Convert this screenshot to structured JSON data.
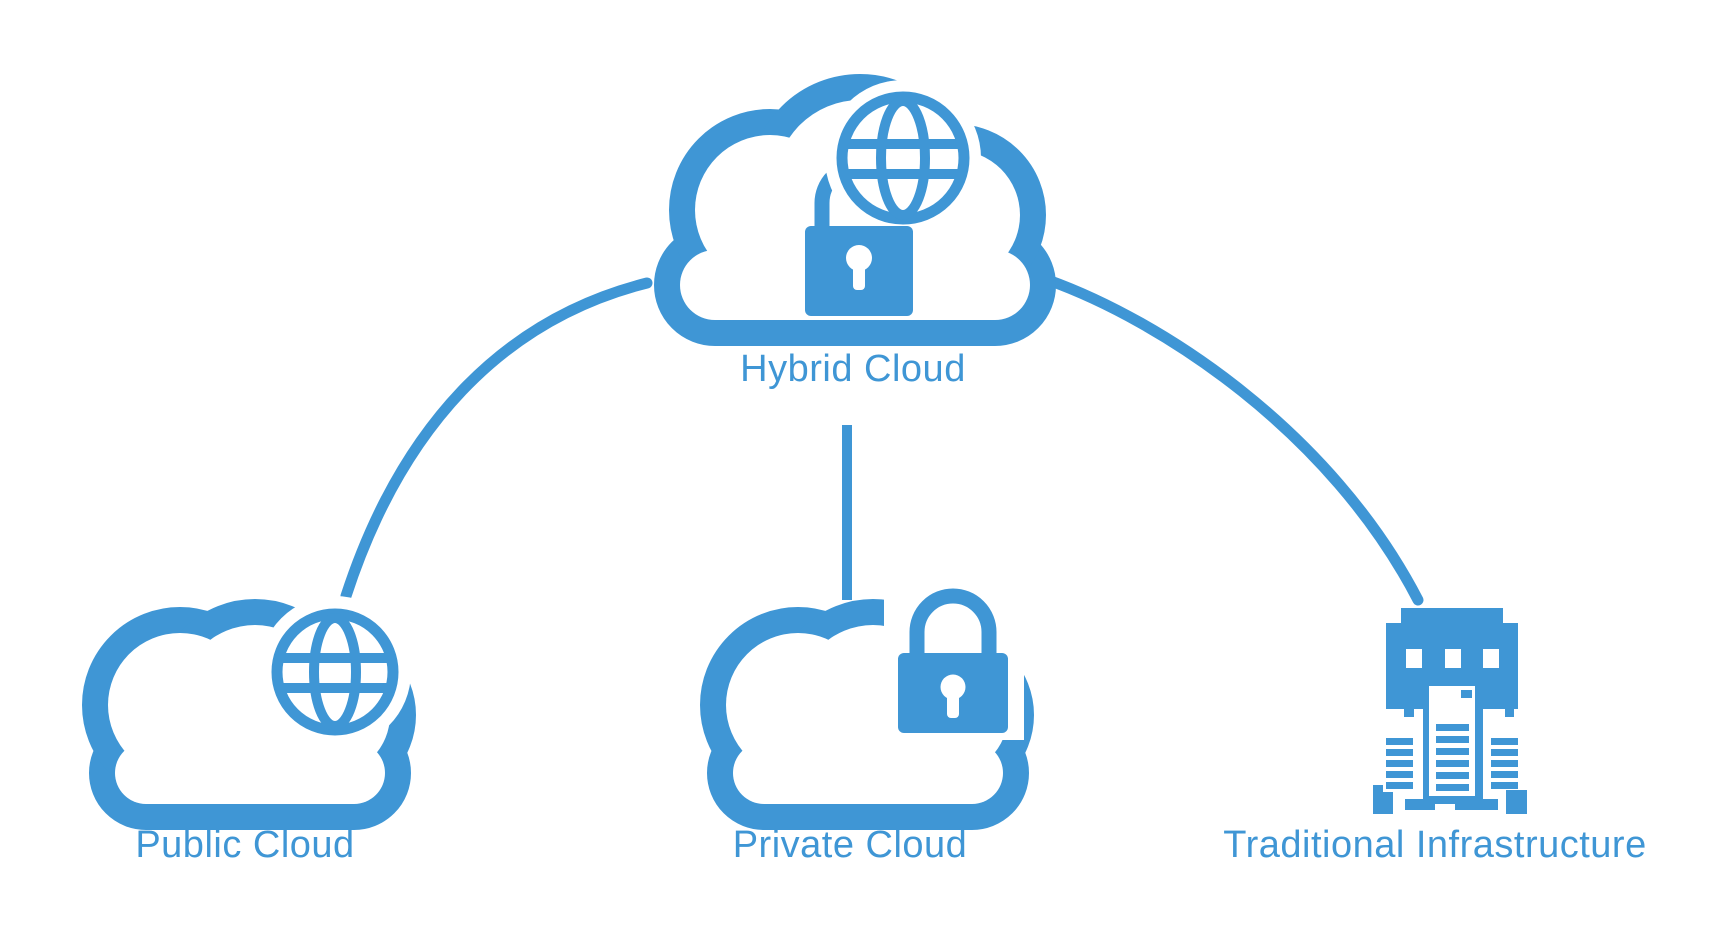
{
  "diagram": {
    "background_color": "#ffffff",
    "accent_color": "#3F96D5",
    "nodes": [
      {
        "id": "hybrid-cloud",
        "label": "Hybrid Cloud",
        "icon": "cloud-globe-lock-icon"
      },
      {
        "id": "public-cloud",
        "label": "Public Cloud",
        "icon": "cloud-globe-icon"
      },
      {
        "id": "private-cloud",
        "label": "Private Cloud",
        "icon": "cloud-lock-icon"
      },
      {
        "id": "traditional-infrastructure",
        "label": "Traditional Infrastructure",
        "icon": "server-building-icon"
      }
    ],
    "edges": [
      {
        "from": "hybrid-cloud",
        "to": "public-cloud",
        "style": "curved-line"
      },
      {
        "from": "hybrid-cloud",
        "to": "private-cloud",
        "style": "straight-line"
      },
      {
        "from": "hybrid-cloud",
        "to": "traditional-infrastructure",
        "style": "curved-line"
      }
    ]
  }
}
